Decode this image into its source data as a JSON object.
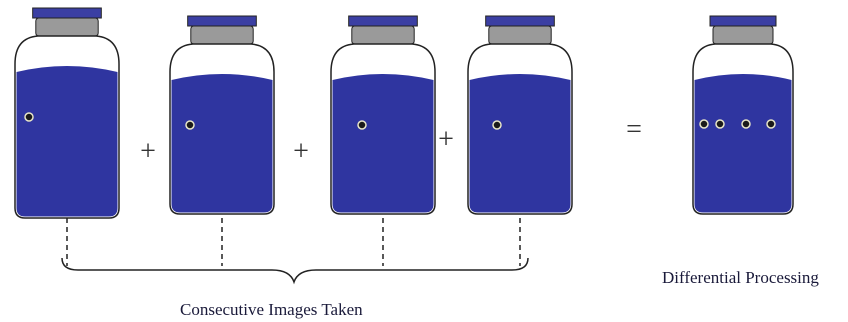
{
  "operators": {
    "plus": "+",
    "equals": "="
  },
  "captions": {
    "consecutive": "Consecutive Images Taken",
    "differential": "Differential Processing"
  },
  "frames": [
    {
      "id": "frame-1",
      "particle_count": 1
    },
    {
      "id": "frame-2",
      "particle_count": 1
    },
    {
      "id": "frame-3",
      "particle_count": 1
    },
    {
      "id": "frame-4",
      "particle_count": 1
    }
  ],
  "result": {
    "id": "result",
    "particle_count": 4
  },
  "colors": {
    "cap": "#3b3fa3",
    "neck": "#9a9a9a",
    "liquid": "#2f35a0",
    "outline": "#222222",
    "particle": "#e8e6c8",
    "text": "#1a1a3a"
  }
}
